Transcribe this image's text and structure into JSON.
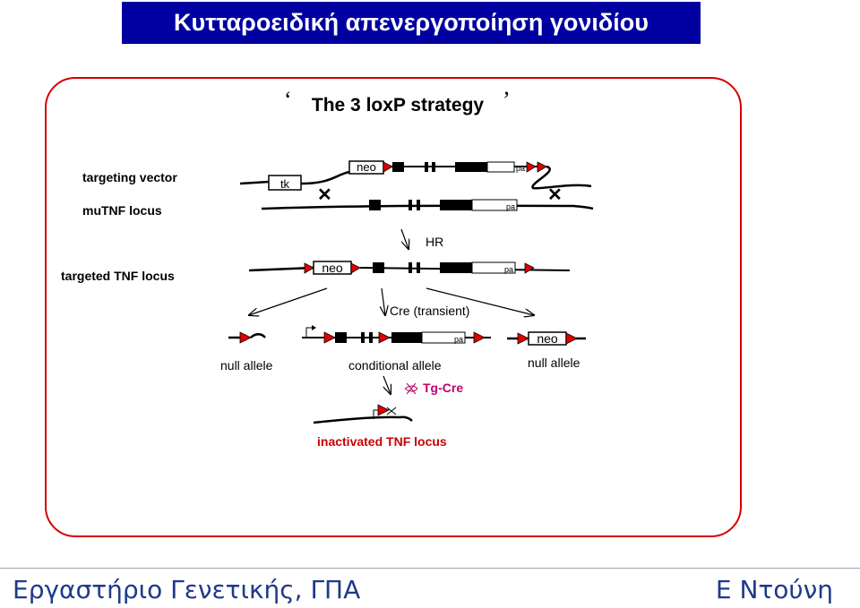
{
  "header": {
    "title": "Κυτταροειδική απενεργοποίηση γονιδίου"
  },
  "diagram": {
    "subtitle": "The 3 loxP strategy",
    "row_labels": {
      "targeting_vector": "targeting vector",
      "mutnf_locus": "muTNF locus",
      "targeted_locus": "targeted TNF locus"
    },
    "tags": {
      "tk": "tk",
      "neo": "neo",
      "pa": "pa"
    },
    "steps": {
      "hr": "HR",
      "cre": "Cre (transient)",
      "tg_cre": "Tg-Cre"
    },
    "outcomes": {
      "null_left": "null allele",
      "conditional": "conditional allele",
      "null_right": "null allele",
      "inactivated": "inactivated TNF locus"
    },
    "colors": {
      "title_bg": "#0000a0",
      "frame": "#d40000",
      "loxp": "#e00000",
      "inactivated_text": "#cc0000",
      "tg_cre_text": "#c0006a",
      "footer_text": "#1f3a8a"
    }
  },
  "footer": {
    "left": "Εργαστήριο Γενετικής, ΓΠΑ",
    "right": "Ε Ντούνη"
  }
}
